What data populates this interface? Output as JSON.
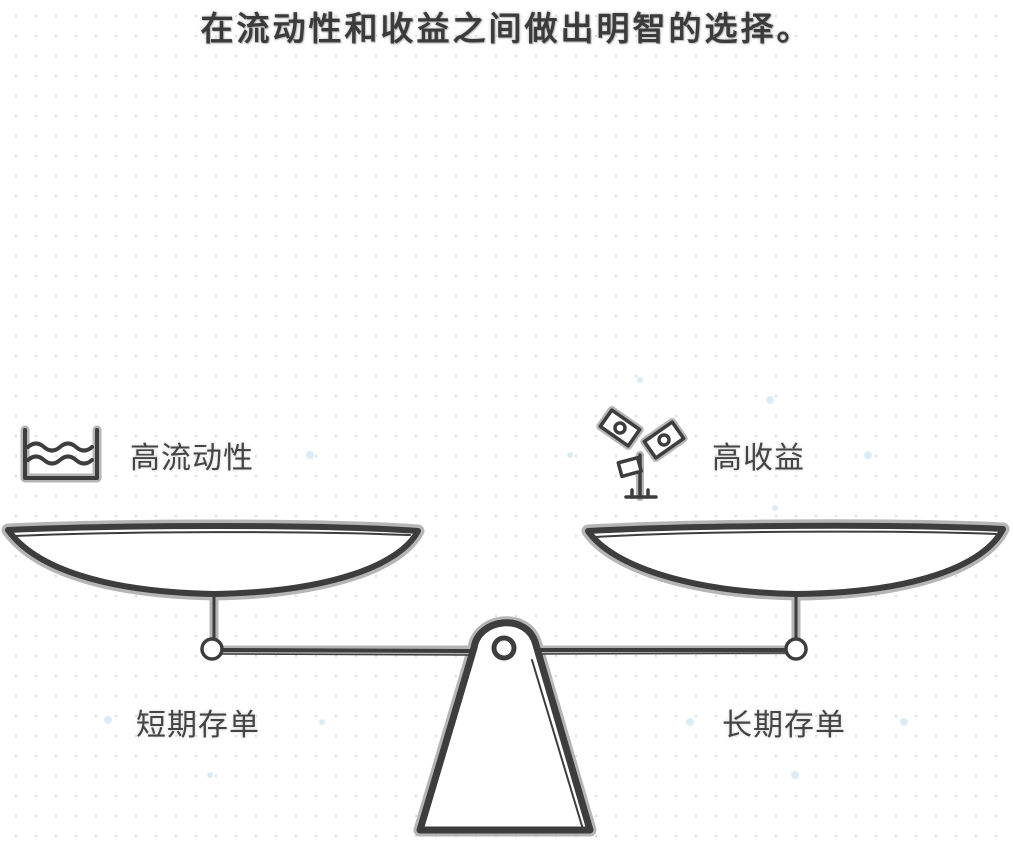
{
  "title": "在流动性和收益之间做出明智的选择。",
  "left": {
    "heading": "高流动性",
    "icon": "water-waves-icon",
    "option": "短期存单"
  },
  "right": {
    "heading": "高收益",
    "icon": "money-plant-icon",
    "option": "长期存单"
  },
  "colors": {
    "stroke": "#3d3d3d",
    "halo": "#b5b5b5",
    "dots": "#d9dde2"
  }
}
